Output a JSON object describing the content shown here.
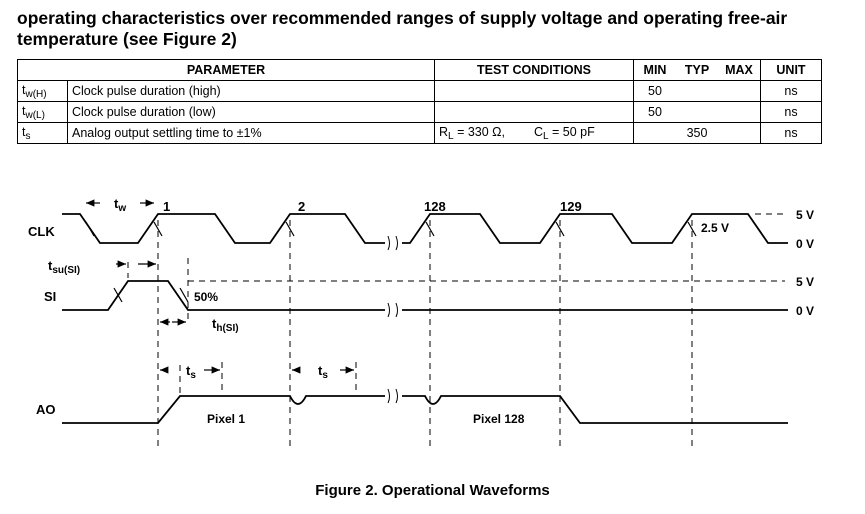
{
  "heading": "operating characteristics over recommended ranges of supply voltage and operating free-air temperature (see Figure 2)",
  "table": {
    "headers": {
      "parameter": "PARAMETER",
      "test_conditions": "TEST CONDITIONS",
      "min": "MIN",
      "typ": "TYP",
      "max": "MAX",
      "unit": "UNIT"
    },
    "rows": [
      {
        "sym": "t",
        "sub": "w(H)",
        "desc": "Clock pulse duration (high)",
        "cond_r": "",
        "cond_c": "",
        "min": "50",
        "typ": "",
        "max": "",
        "unit": "ns"
      },
      {
        "sym": "t",
        "sub": "w(L)",
        "desc": "Clock pulse duration (low)",
        "cond_r": "",
        "cond_c": "",
        "min": "50",
        "typ": "",
        "max": "",
        "unit": "ns"
      },
      {
        "sym": "t",
        "sub": "s",
        "desc": "Analog output settling time to ±1%",
        "cond_r": "R",
        "cond_r_sub": "L",
        "cond_r_val": " = 330 Ω,",
        "cond_c": "C",
        "cond_c_sub": "L",
        "cond_c_val": " = 50 pF",
        "min": "",
        "typ": "350",
        "max": "",
        "unit": "ns"
      }
    ]
  },
  "figure": {
    "signals": {
      "clk": "CLK",
      "si": "SI",
      "ao": "AO"
    },
    "levels": {
      "clk_high": "5 V",
      "clk_low": "0 V",
      "si_high": "5 V",
      "si_low": "0 V",
      "mid": "2.5 V",
      "si_threshold": "50%"
    },
    "pulse_numbers": [
      "1",
      "2",
      "128",
      "129"
    ],
    "timing": {
      "tw": "t",
      "tw_sub": "w",
      "tsu": "t",
      "tsu_sub": "su(SI)",
      "th": "t",
      "th_sub": "h(SI)",
      "ts": "t",
      "ts_sub": "s"
    },
    "pixel_labels": [
      "Pixel 1",
      "Pixel 128"
    ],
    "caption": "Figure 2. Operational Waveforms"
  }
}
